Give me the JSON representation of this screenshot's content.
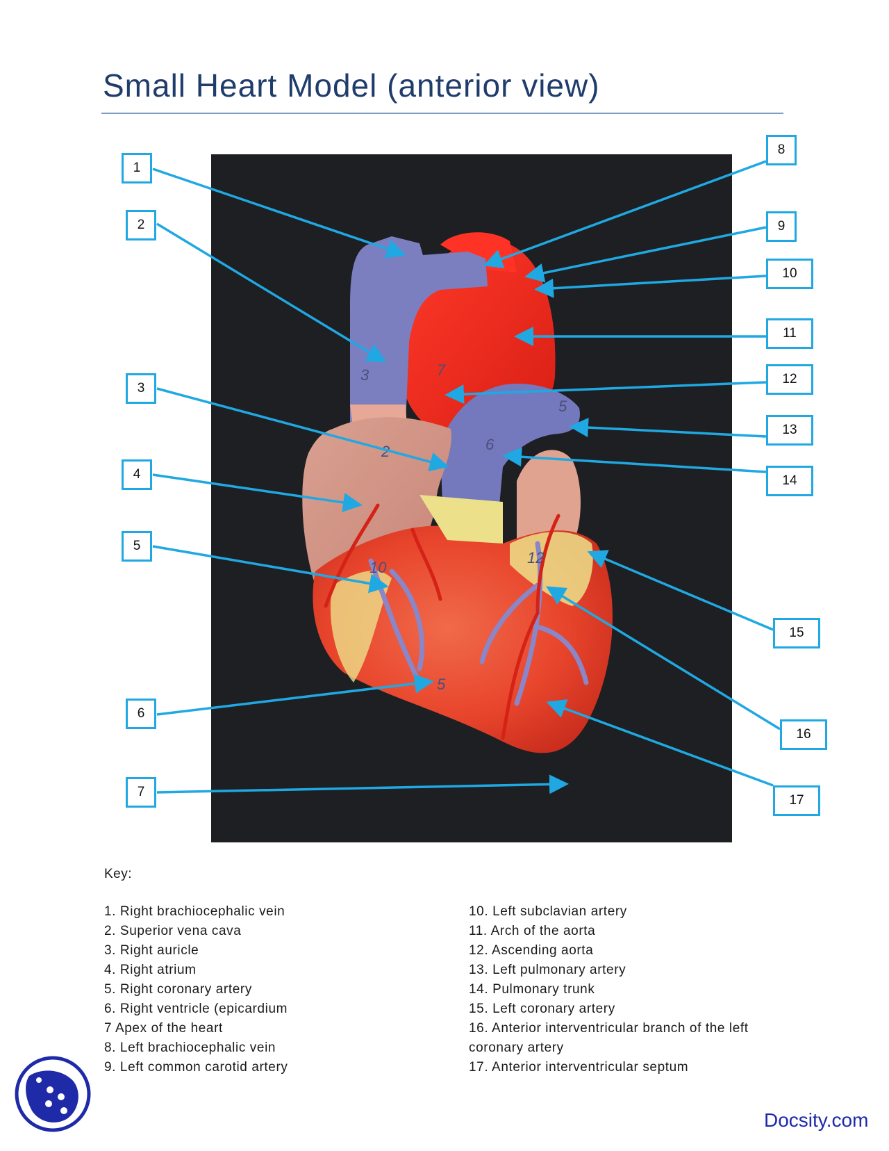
{
  "page": {
    "title": "Small Heart Model (anterior view)"
  },
  "labels": [
    "1",
    "2",
    "3",
    "4",
    "5",
    "6",
    "7",
    "8",
    "9",
    "10",
    "11",
    "12",
    "13",
    "14",
    "15",
    "16",
    "17"
  ],
  "photo_numbers": [
    "3",
    "7",
    "2",
    "6",
    "10",
    "5",
    "12",
    "5"
  ],
  "key": {
    "heading": "Key:",
    "left_column": [
      "1. Right brachiocephalic vein",
      "2. Superior vena cava",
      "3. Right auricle",
      "4. Right atrium",
      "5. Right coronary artery",
      "6. Right ventricle (epicardium",
      "7 Apex of the heart",
      "8. Left brachiocephalic vein",
      "9. Left common carotid artery"
    ],
    "right_column": [
      "10. Left subclavian artery",
      "11. Arch of the aorta",
      "12. Ascending aorta",
      "13. Left pulmonary artery",
      "14. Pulmonary trunk",
      "15. Left coronary artery",
      "16. Anterior interventricular branch of the left",
      "coronary artery",
      "17. Anterior interventricular septum"
    ]
  },
  "footer": {
    "brand": "Docsity.com"
  },
  "colors": {
    "title": "#1f3c6b",
    "callout": "#20a8e2",
    "brand": "#1e2aa8"
  }
}
